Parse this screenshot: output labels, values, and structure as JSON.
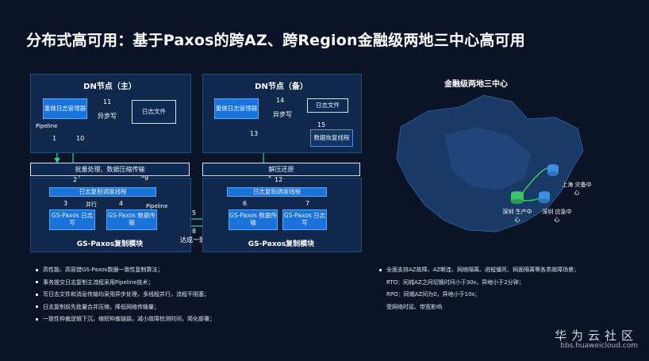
{
  "title": "分布式高可用：基于Paxos的跨AZ、跨Region金融级两地三中心高可用",
  "primary": {
    "header": "DN节点（主）",
    "log_manager": "重做日志管理器",
    "log_file": "日志文件",
    "async_write": "异步写",
    "pipeline": "Pipeline",
    "batch": "批量处理、数据压缩传输",
    "log_thread": "日志复制调度线程",
    "parallel": "并行",
    "pipeline2": "Pipeline",
    "gs_log_write": "GS-Paxos 日志写",
    "gs_transfer": "GS-Paxos 数据传输",
    "module": "GS-Paxos复制模块"
  },
  "standby": {
    "header": "DN节点（备）",
    "log_manager": "重做日志管理器",
    "log_file": "日志文件",
    "async_write": "异步写",
    "recovery": "数据恢复线程",
    "decompress": "解压还原",
    "log_thread": "日志复制调度线程",
    "gs_transfer": "GS-Paxos 数据传输",
    "gs_log_write": "GS-Paxos 日志写",
    "module": "GS-Paxos复制模块"
  },
  "consensus": "达成一致",
  "numbers": {
    "n1": "1",
    "n2": "2",
    "n3": "3",
    "n4": "4",
    "n5": "5",
    "n6": "6",
    "n7": "7",
    "n8": "8",
    "n9": "9",
    "n10": "10",
    "n11": "11",
    "n12": "12",
    "n13": "13",
    "n14": "14",
    "n15": "15"
  },
  "map": {
    "title": "金融级两地三中心",
    "shanghai": "上海 灾备中心",
    "shenzhen_prod": "深圳 生产中心",
    "shenzhen_dr": "深圳 应急中心"
  },
  "left_bullets": [
    "高性能、高容错GS-Paxos数据一致性复制算法；",
    "事务提交日志复制主流程采用Pipeline技术；",
    "写日志文件和消息传输均采用异步处理，多线程并行，流程不阻塞；",
    "日志复制前先批量合并压缩，降低网络传输量；",
    "一致性仲裁逻辑下沉，缩短仲裁链路，减小故障检测时间，简化部署；"
  ],
  "right_bullets": [
    "全面支持AZ故障、AZ断连、网络隔离、进程僵死、网面隔离等各类故障场景；",
    "RTO：同城AZ之间切换时间小于30s，异地小于2分钟；",
    "RPO：同城AZ间为0，异地小于10s；",
    "受网络时延、带宽影响"
  ],
  "brand": "华为云社区",
  "brand_url": "bbs.huaweicloud.com",
  "colors": {
    "background": "#0a1426",
    "panel": "#10284b",
    "accent_blue": "#1a73d9",
    "arrow_green": "#2fd39a",
    "db_green": "#3cc26b",
    "db_blue": "#3b8fe6"
  }
}
